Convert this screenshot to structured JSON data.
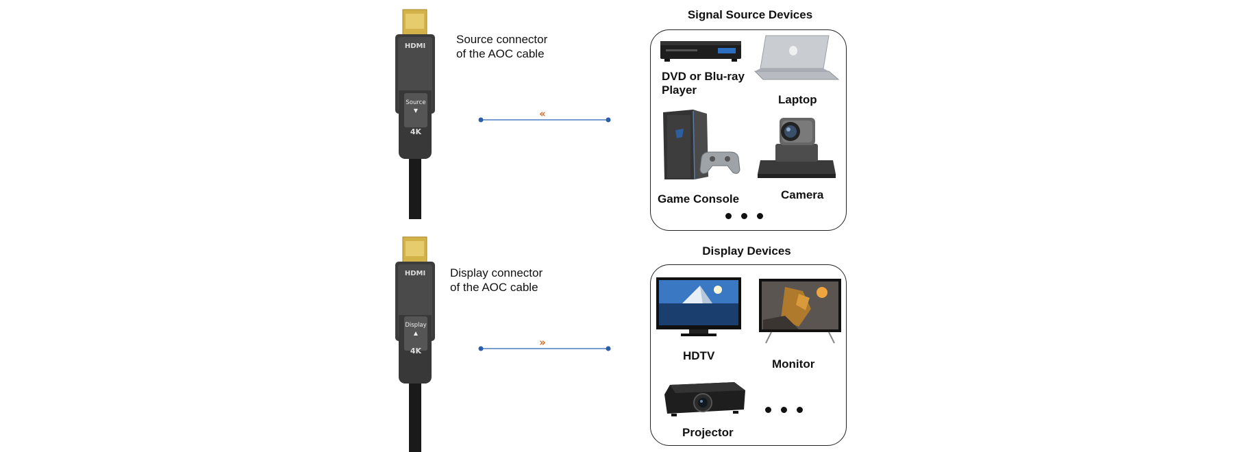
{
  "connectors": [
    {
      "brand": "HDMI",
      "label": "Source",
      "arrow": "▼",
      "resolution": "4K",
      "caption_line1": "Source connector",
      "caption_line2": "of the AOC cable",
      "chevron": "«"
    },
    {
      "brand": "HDMI",
      "label": "Display",
      "arrow": "▲",
      "resolution": "4K",
      "caption_line1": "Display connector",
      "caption_line2": "of the AOC cable",
      "chevron": "»"
    }
  ],
  "source_panel": {
    "title": "Signal Source Devices",
    "devices": [
      {
        "line1": "DVD or Blu-ray",
        "line2": "Player"
      },
      {
        "line1": "Laptop"
      },
      {
        "line1": "Game Console"
      },
      {
        "line1": "Camera"
      }
    ],
    "more": "•••"
  },
  "display_panel": {
    "title": "Display Devices",
    "devices": [
      {
        "line1": "HDTV"
      },
      {
        "line1": "Monitor"
      },
      {
        "line1": "Projector"
      }
    ],
    "more": "•••"
  },
  "colors": {
    "link_line": "#4a7ec0",
    "link_dot": "#2c5ea8",
    "chevron": "#d2691e",
    "connector_gold": "#d4b24a",
    "connector_body": "#3a3a3a"
  },
  "icons": {
    "dvd": "dvd-player-icon",
    "laptop": "laptop-icon",
    "console": "game-console-icon",
    "camera": "ptz-camera-icon",
    "hdtv": "hdtv-icon",
    "monitor": "monitor-icon",
    "projector": "projector-icon"
  }
}
